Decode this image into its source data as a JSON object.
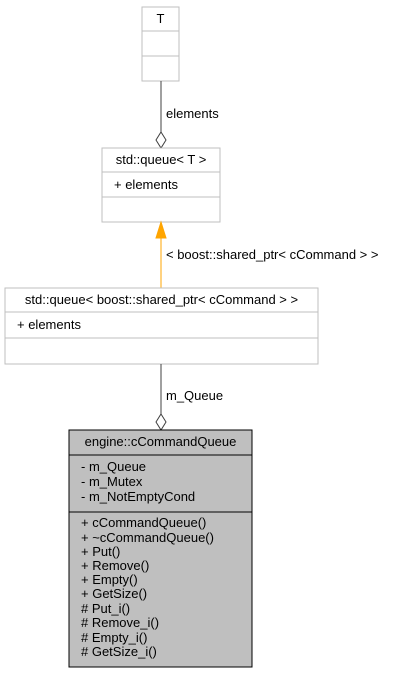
{
  "classes": {
    "t": {
      "title": "T",
      "attributes": [],
      "operations": []
    },
    "std_queue_t": {
      "title": "std::queue< T >",
      "attributes": [
        "+ elements"
      ],
      "operations": []
    },
    "std_queue_shared": {
      "title": "std::queue< boost::shared_ptr< cCommand > >",
      "attributes": [
        "+ elements"
      ],
      "operations": []
    },
    "ccommandqueue": {
      "title": "engine::cCommandQueue",
      "attributes": [
        "- m_Queue",
        "- m_Mutex",
        "- m_NotEmptyCond"
      ],
      "operations": [
        "+ cCommandQueue()",
        "+ ~cCommandQueue()",
        "+ Put()",
        "+ Remove()",
        "+ Empty()",
        "+ GetSize()",
        "# Put_i()",
        "# Remove_i()",
        "# Empty_i()",
        "# GetSize_i()"
      ]
    }
  },
  "edges": {
    "elements_label": "elements",
    "template_label": "< boost::shared_ptr< cCommand > >",
    "m_queue_label": "m_Queue"
  },
  "colors": {
    "box_border": "#bfbfbf",
    "box_fill": "#ffffff",
    "highlight_fill": "#bfbfbf",
    "highlight_border": "#000000",
    "template_arrow": "#ffa500",
    "line": "#404040"
  }
}
